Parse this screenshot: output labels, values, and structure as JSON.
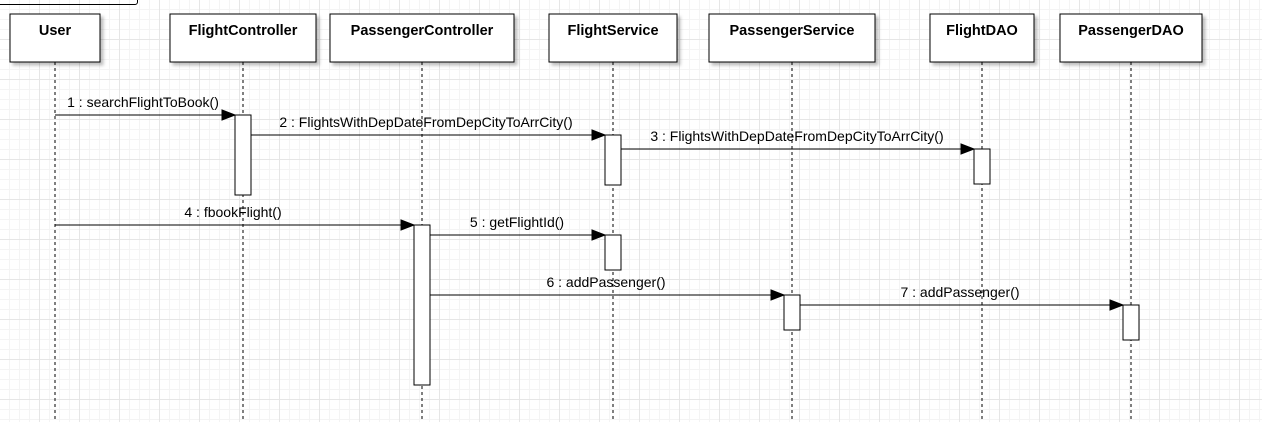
{
  "diagram": {
    "participants": [
      {
        "id": "user",
        "label": "User"
      },
      {
        "id": "flight_controller",
        "label": "FlightController"
      },
      {
        "id": "passenger_controller",
        "label": "PassengerController"
      },
      {
        "id": "flight_service",
        "label": "FlightService"
      },
      {
        "id": "passenger_service",
        "label": "PassengerService"
      },
      {
        "id": "flight_dao",
        "label": "FlightDAO"
      },
      {
        "id": "passenger_dao",
        "label": "PassengerDAO"
      }
    ],
    "messages": [
      {
        "from": "user",
        "to": "flight_controller",
        "label": "1 : searchFlightToBook()"
      },
      {
        "from": "flight_controller",
        "to": "flight_service",
        "label": "2 : FlightsWithDepDateFromDepCityToArrCity()"
      },
      {
        "from": "flight_service",
        "to": "flight_dao",
        "label": "3 : FlightsWithDepDateFromDepCityToArrCity()"
      },
      {
        "from": "user",
        "to": "passenger_controller",
        "label": "4 : fbookFlight()"
      },
      {
        "from": "passenger_controller",
        "to": "flight_service",
        "label": "5 : getFlightId()"
      },
      {
        "from": "passenger_controller",
        "to": "passenger_service",
        "label": "6 : addPassenger()"
      },
      {
        "from": "passenger_service",
        "to": "passenger_dao",
        "label": "7 : addPassenger()"
      }
    ]
  }
}
